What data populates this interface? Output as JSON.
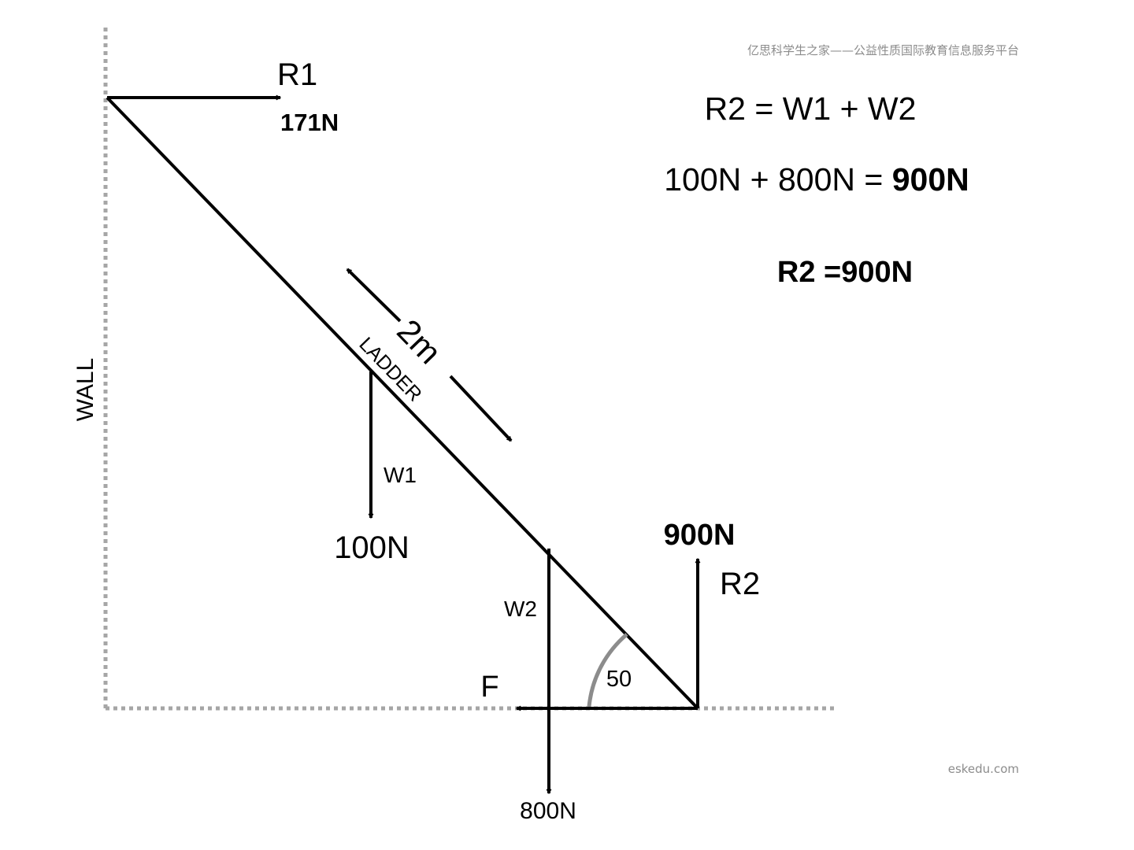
{
  "watermark": {
    "top": "亿思科学生之家——公益性质国际教育信息服务平台",
    "bottom": "eskedu.com"
  },
  "labels": {
    "wall": "WALL",
    "ladder": "LADDER",
    "length": "2m",
    "angle": "50",
    "r1": "R1",
    "r1_value": "171N",
    "r2": "R2",
    "r2_value": "900N",
    "w1": "W1",
    "w1_value": "100N",
    "w2": "W2",
    "w2_value": "800N",
    "friction": "F"
  },
  "equations": {
    "line1": "R2 = W1 + W2",
    "line2_prefix": "100N + 800N = ",
    "line2_result": "900N",
    "line3": "R2 =900N"
  },
  "colors": {
    "lines": "#000000",
    "dotted": "#a6a6a6",
    "angle_arc": "#8c8c8c"
  }
}
